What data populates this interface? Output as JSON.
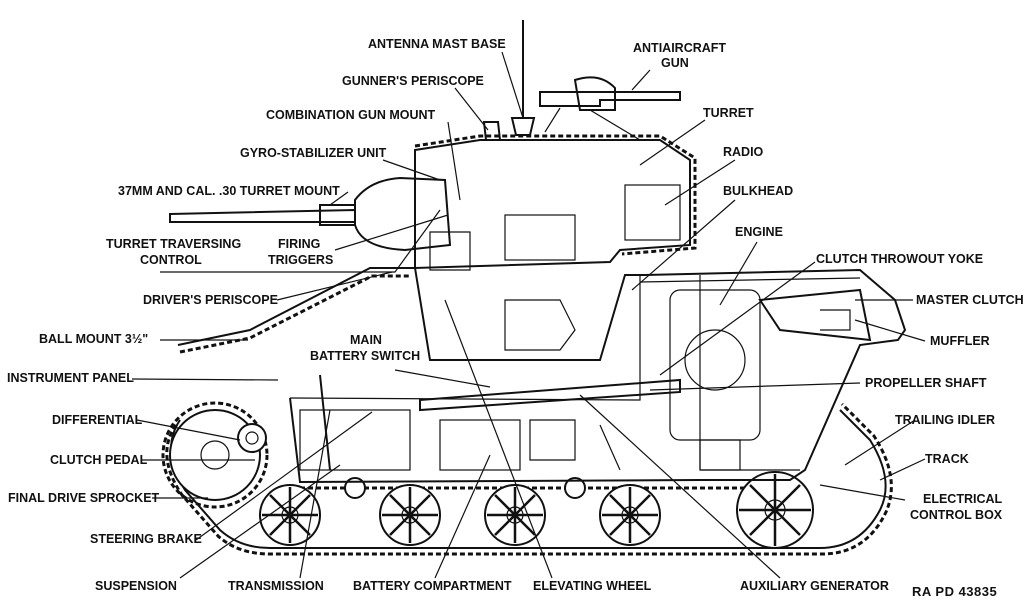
{
  "labels": {
    "antenna_mast_base": "ANTENNA MAST BASE",
    "antiaircraft_gun": [
      "ANTIAIRCRAFT",
      "GUN"
    ],
    "gunners_periscope": "GUNNER'S PERISCOPE",
    "combination_gun_mount": "COMBINATION GUN MOUNT",
    "turret": "TURRET",
    "radio": "RADIO",
    "gyro_stabilizer_unit": "GYRO-STABILIZER UNIT",
    "bulkhead": "BULKHEAD",
    "turret_mount": "37MM AND CAL. .30 TURRET MOUNT",
    "engine": "ENGINE",
    "turret_traversing_control": [
      "TURRET  TRAVERSING",
      "CONTROL"
    ],
    "firing_triggers": [
      "FIRING",
      "TRIGGERS"
    ],
    "clutch_throwout_yoke": "CLUTCH THROWOUT YOKE",
    "drivers_periscope": "DRIVER'S PERISCOPE",
    "master_clutch": "MASTER CLUTCH",
    "ball_mount": "BALL MOUNT 3½\"",
    "main_battery_switch": [
      "MAIN",
      "BATTERY SWITCH"
    ],
    "muffler": "MUFFLER",
    "instrument_panel": "INSTRUMENT PANEL",
    "propeller_shaft": "PROPELLER SHAFT",
    "differential": "DIFFERENTIAL",
    "trailing_idler": "TRAILING IDLER",
    "clutch_pedal": "CLUTCH PEDAL",
    "track": "TRACK",
    "final_drive_sprocket": "FINAL DRIVE SPROCKET",
    "electrical_control_box": [
      "ELECTRICAL",
      "CONTROL BOX"
    ],
    "steering_brake": "STEERING BRAKE",
    "suspension": "SUSPENSION",
    "transmission": "TRANSMISSION",
    "battery_compartment": "BATTERY COMPARTMENT",
    "elevating_wheel": "ELEVATING WHEEL",
    "auxiliary_generator": "AUXILIARY GENERATOR"
  },
  "figure_code": "RA  PD  43835"
}
